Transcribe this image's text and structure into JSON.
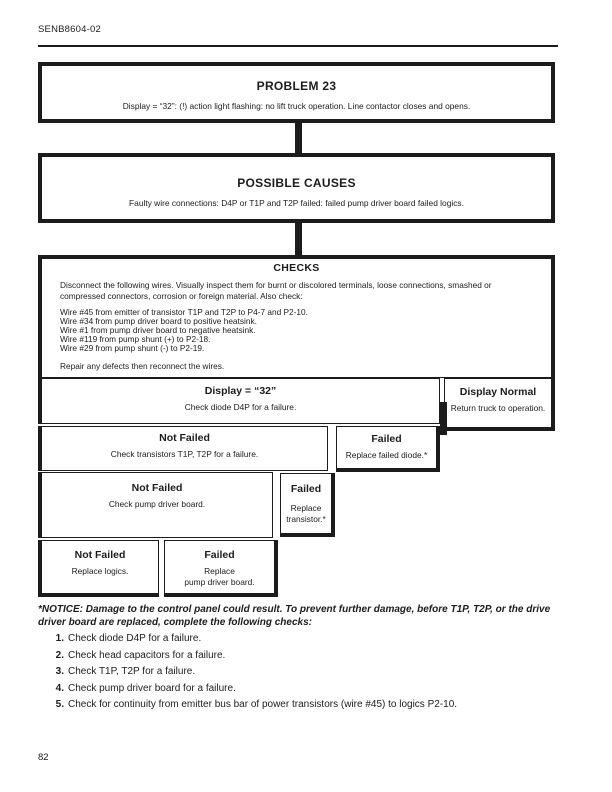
{
  "page": {
    "doc_code": "SENB8604-02",
    "page_number": "82"
  },
  "problem_box": {
    "title": "PROBLEM 23",
    "text": "Display = “32”: (!) action light flashing: no lift truck operation. Line contactor closes and opens."
  },
  "causes_box": {
    "title": "POSSIBLE CAUSES",
    "text": "Faulty wire connections: D4P or T1P and T2P failed: failed pump driver board failed logics."
  },
  "checks_box": {
    "title": "CHECKS",
    "intro": "Disconnect the following wires. Visually inspect them for burnt or discolored terminals, loose connections, smashed or compressed connectors, corrosion or foreign material. Also check:",
    "wires": [
      "Wire #45 from emitter of transistor T1P and T2P to P4-7 and P2-10.",
      "Wire #34 from pump driver board to positive heatsink.",
      "Wire #1 from pump driver board to negative heatsink.",
      "Wire #119 from pump shunt (+) to P2-18.",
      "Wire #29 from pump shunt (-) to P2-19."
    ],
    "outro": "Repair any defects then reconnect the wires."
  },
  "flowchart": {
    "display_32": {
      "title": "Display = “32”",
      "text": "Check diode D4P for a failure."
    },
    "display_normal": {
      "title": "Display Normal",
      "text": "Return truck to operation."
    },
    "step2_not_failed": {
      "title": "Not Failed",
      "text": "Check transistors T1P, T2P for a failure."
    },
    "step2_failed": {
      "title": "Failed",
      "text": "Replace failed diode.*"
    },
    "step3_not_failed": {
      "title": "Not Failed",
      "text": "Check pump driver board."
    },
    "step3_failed": {
      "title": "Failed",
      "text": "Replace\ntransistor.*"
    },
    "step4_not_failed": {
      "title": "Not Failed",
      "text": "Replace logics."
    },
    "step4_failed": {
      "title": "Failed",
      "text": "Replace\npump driver board."
    }
  },
  "notice": {
    "text": "*NOTICE: Damage to the control panel could result. To prevent further damage, before T1P, T2P, or the drive driver board are replaced, complete the following checks:",
    "items": [
      {
        "num": "1.",
        "text": "Check diode D4P for a failure."
      },
      {
        "num": "2.",
        "text": "Check head capacitors for a failure."
      },
      {
        "num": "3.",
        "text": "Check T1P, T2P for a failure."
      },
      {
        "num": "4.",
        "text": "Check pump driver board for a failure."
      },
      {
        "num": "5.",
        "text": "Check for continuity from emitter bus bar of power transistors (wire #45) to logics P2-10."
      }
    ]
  }
}
